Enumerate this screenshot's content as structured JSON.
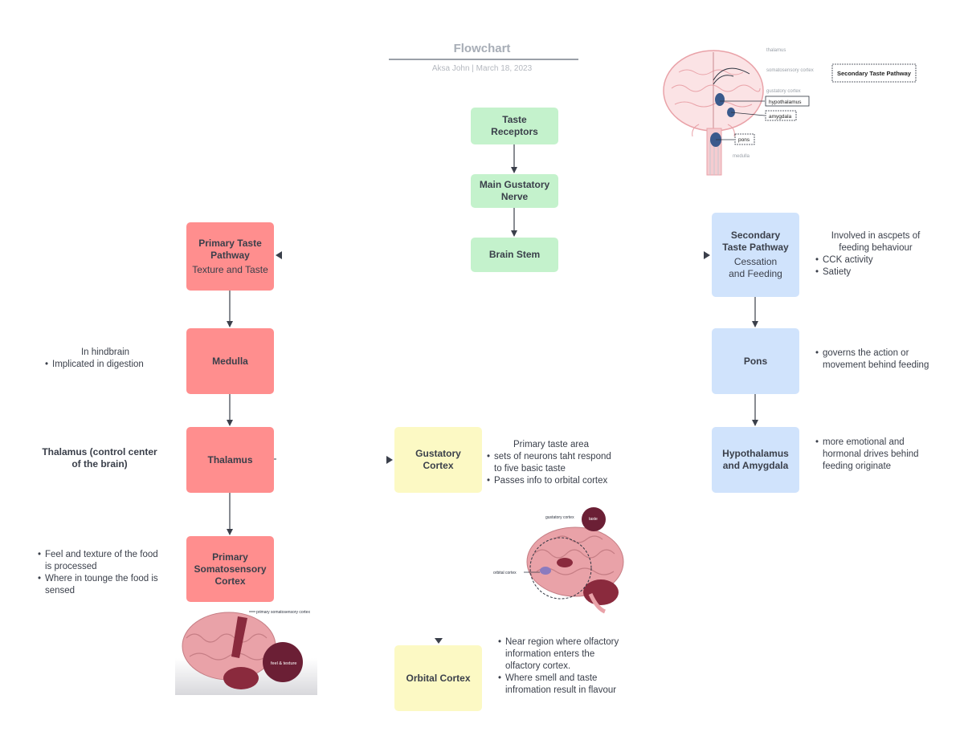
{
  "header": {
    "title": "Flowchart",
    "subtitle": "Aksa John  |  March 18, 2023"
  },
  "nodes": {
    "taste_receptors": {
      "label": "Taste Receptors"
    },
    "main_gustatory_nerve": {
      "label": "Main Gustatory Nerve"
    },
    "brain_stem": {
      "label": "Brain Stem"
    },
    "primary_taste_pathway": {
      "label": "Primary Taste Pathway",
      "sub": "Texture and Taste"
    },
    "medulla": {
      "label": "Medulla"
    },
    "thalamus": {
      "label": "Thalamus"
    },
    "primary_somatosensory_cortex": {
      "label": "Primary Somatosensory Cortex"
    },
    "gustatory_cortex": {
      "label": "Gustatory Cortex"
    },
    "orbital_cortex": {
      "label": "Orbital Cortex"
    },
    "secondary_taste_pathway": {
      "label": "Secondary Taste Pathway",
      "sub": "Cessation and Feeding"
    },
    "pons": {
      "label": "Pons"
    },
    "hypothalamus_amygdala": {
      "label": "Hypothalamus and Amygdala"
    }
  },
  "notes": {
    "medulla": {
      "head": "In hindbrain",
      "items": [
        "Implicated in digestion"
      ]
    },
    "thalamus": {
      "text": "Thalamus (control center of the brain)"
    },
    "somatosensory": {
      "items": [
        "Feel and texture of the food is processed",
        "Where in tounge the food is sensed"
      ]
    },
    "gustatory": {
      "head": "Primary taste area",
      "items": [
        "sets of neurons taht respond to five basic taste",
        "Passes info to orbital cortex"
      ]
    },
    "orbital": {
      "items": [
        "Near region where olfactory information enters the olfactory cortex.",
        "Where smell and taste infromation result in flavour"
      ]
    },
    "secondary": {
      "head": "Involved in ascpets of feeding behaviour",
      "items": [
        "CCK activity",
        "Satiety"
      ]
    },
    "pons": {
      "items": [
        "governs the action or movement behind feeding"
      ]
    },
    "hypothalamus": {
      "items": [
        "more emotional and hormonal drives behind feeding originate"
      ]
    }
  },
  "brain_labels": {
    "thalamus": "thalamus",
    "somatosensory": "somatosensory cortex",
    "gustatory": "gustatory cortex",
    "hypothalamus": "hypothalamus",
    "amygdala": "amygdala",
    "pons": "pons",
    "medulla": "medulla",
    "secondary_pathway": "Secondary Taste Pathway",
    "gustatory_cortex_small": "gustatory cortex",
    "taste": "taste",
    "orbital_cortex_small": "orbital cortex",
    "primary_somatosensory": "primary somatosensory cortex",
    "feel_texture": "feel & texture"
  },
  "colors": {
    "green": "#c4f2cc",
    "red": "#ff8e8e",
    "blue": "#d0e3fc",
    "yellow": "#fcf9c4",
    "brain_pink": "#e9a2a8",
    "brain_dark": "#6b1f35",
    "nucleus_blue": "#3a5a8c"
  }
}
